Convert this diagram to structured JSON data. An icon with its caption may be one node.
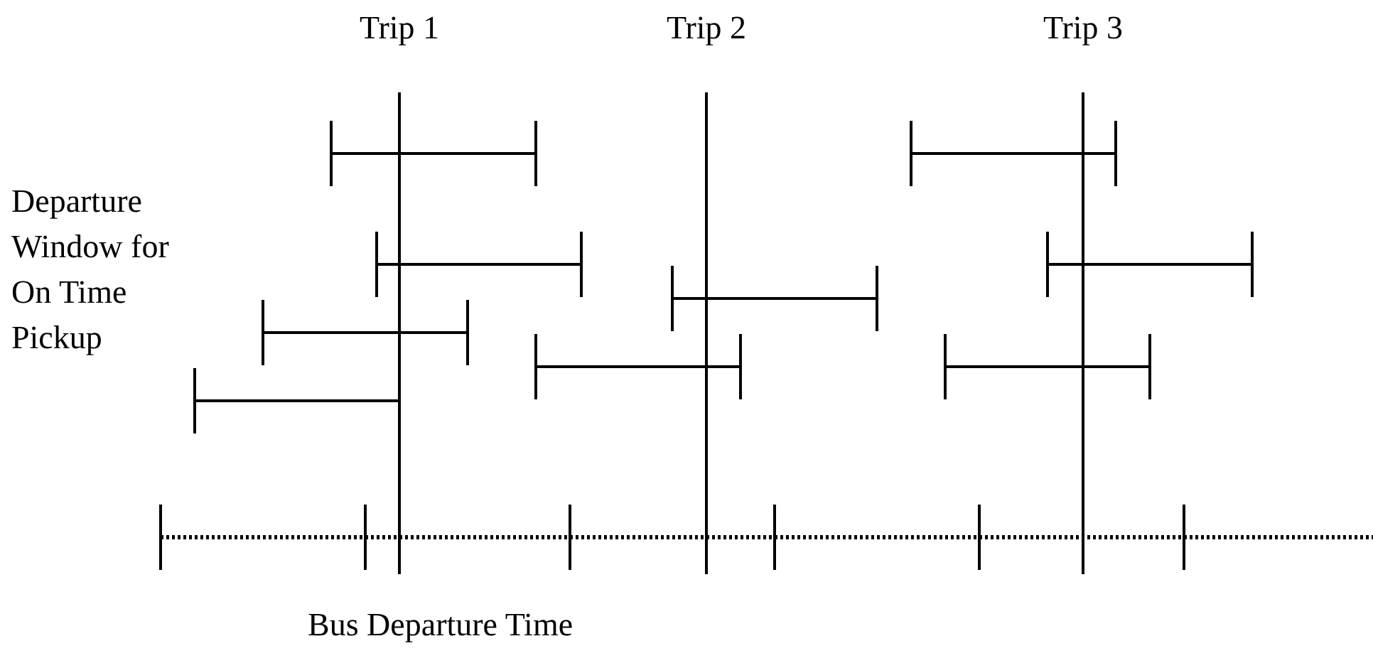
{
  "diagram": {
    "labels": [
      "Trip 1",
      "Trip 2",
      "Trip 3",
      "Departure Window for On Time Pickup",
      "Bus Departure Time"
    ]
  }
}
